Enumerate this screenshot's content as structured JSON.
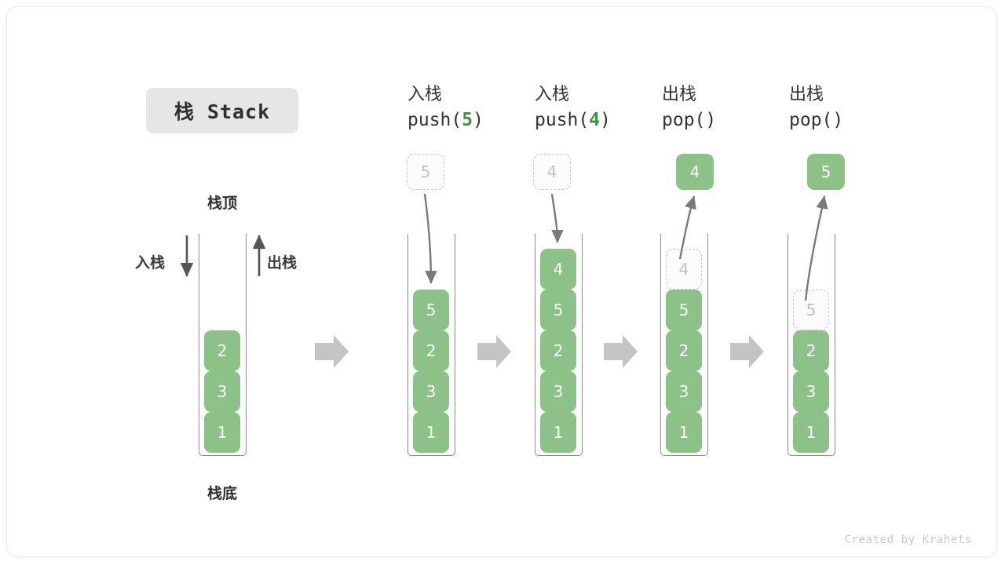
{
  "title": {
    "text": "栈 Stack"
  },
  "labels": {
    "top": "栈顶",
    "bottom": "栈底",
    "push_side": "入栈",
    "pop_side": "出栈"
  },
  "credit": "Created by Krahets",
  "colors": {
    "cell_fill": "#8cc188",
    "cell_text": "#ffffff",
    "ghost_fill": "#fbfbfb",
    "ghost_border": "#c9c9c9",
    "ghost_text": "#c2c2c2",
    "accent_green": "#3f9142",
    "wall": "#8a8a8a",
    "arrow": "#7a7a7a",
    "block_arrow": "#c4c4c4",
    "chip_bg": "#e6e6e6",
    "text": "#333333"
  },
  "columns": [
    {
      "id": "initial",
      "header_cn": "",
      "header_code_pre": "",
      "header_code_arg": "",
      "header_code_post": "",
      "stack": [
        "2",
        "3",
        "1"
      ],
      "floating": null,
      "inner_ghost": null,
      "annotations": [
        "栈顶",
        "栈底",
        "入栈",
        "出栈"
      ]
    },
    {
      "id": "push5",
      "header_cn": "入栈",
      "header_code_pre": "push(",
      "header_code_arg": "5",
      "header_code_post": ")",
      "stack": [
        "5",
        "2",
        "3",
        "1"
      ],
      "floating": {
        "value": "5",
        "style": "ghost"
      },
      "inner_ghost": null
    },
    {
      "id": "push4",
      "header_cn": "入栈",
      "header_code_pre": "push(",
      "header_code_arg": "4",
      "header_code_post": ")",
      "stack": [
        "4",
        "5",
        "2",
        "3",
        "1"
      ],
      "floating": {
        "value": "4",
        "style": "ghost"
      },
      "inner_ghost": null
    },
    {
      "id": "pop1",
      "header_cn": "出栈",
      "header_code_pre": "pop(",
      "header_code_arg": "",
      "header_code_post": ")",
      "stack": [
        "5",
        "2",
        "3",
        "1"
      ],
      "floating": {
        "value": "4",
        "style": "solid"
      },
      "inner_ghost": {
        "value": "4"
      }
    },
    {
      "id": "pop2",
      "header_cn": "出栈",
      "header_code_pre": "pop(",
      "header_code_arg": "",
      "header_code_post": ")",
      "stack": [
        "2",
        "3",
        "1"
      ],
      "floating": {
        "value": "5",
        "style": "solid"
      },
      "inner_ghost": {
        "value": "5"
      }
    }
  ],
  "flow_arrows": 4
}
